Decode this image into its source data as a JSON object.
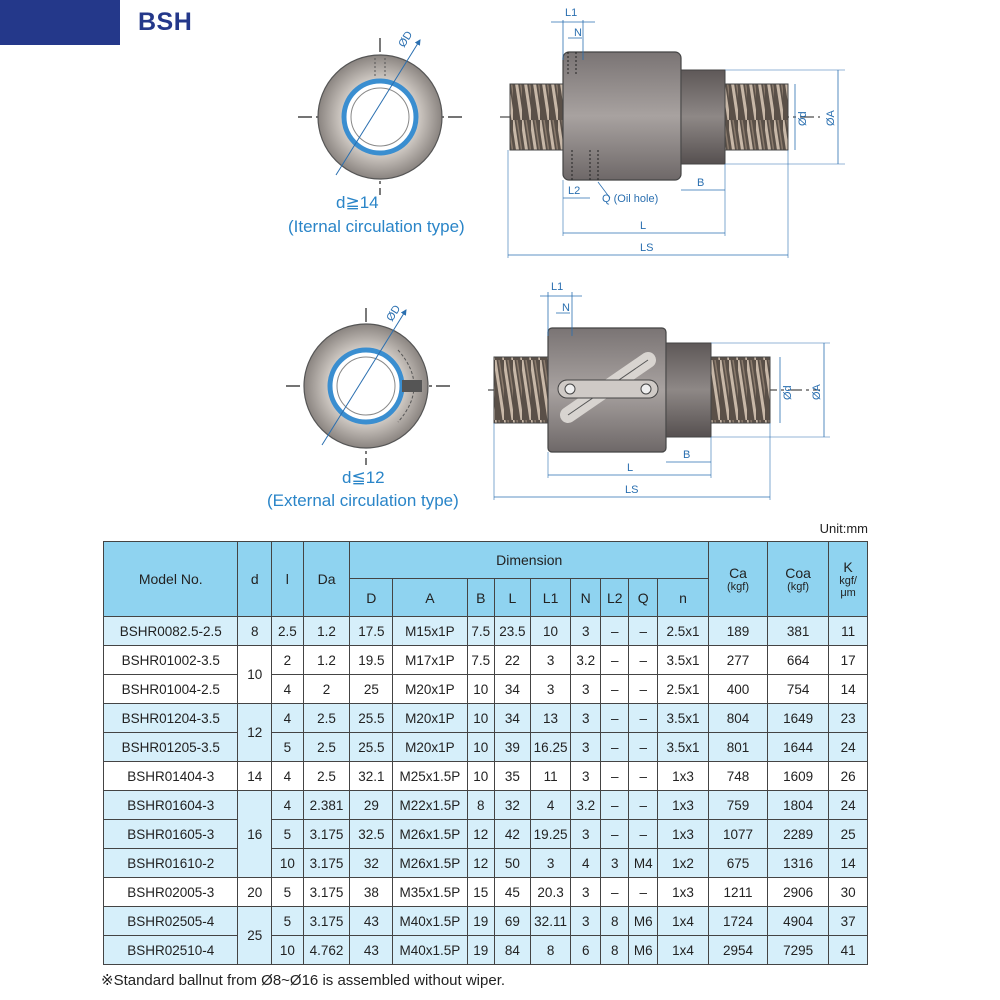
{
  "header": {
    "title": "BSH"
  },
  "drawing": {
    "top": {
      "condition": "d≧14",
      "caption": "(Iternal circulation type)",
      "labels": {
        "D": "ØD",
        "L1": "L1",
        "N": "N",
        "d": "Ød",
        "A": "ØA",
        "L2": "L2",
        "Q": "Q (Oil hole)",
        "B": "B",
        "L": "L",
        "LS": "LS"
      }
    },
    "bottom": {
      "condition": "d≦12",
      "caption": "(External circulation type)",
      "labels": {
        "D": "ØD",
        "L1": "L1",
        "N": "N",
        "d": "Ød",
        "A": "ØA",
        "B": "B",
        "L": "L",
        "LS": "LS"
      }
    }
  },
  "unit": "Unit:mm",
  "table": {
    "headers": {
      "model": "Model No.",
      "d": "d",
      "l": "l",
      "Da": "Da",
      "dimension": "Dimension",
      "D": "D",
      "A": "A",
      "B": "B",
      "L": "L",
      "L1": "L1",
      "N": "N",
      "L2": "L2",
      "Q": "Q",
      "n": "n",
      "Ca": "Ca",
      "Ca_unit": "(kgf)",
      "Coa": "Coa",
      "Coa_unit": "(kgf)",
      "K": "K",
      "K_unit1": "kgf/",
      "K_unit2": "μm"
    },
    "rows": [
      {
        "model": "BSHR0082.5-2.5",
        "d": "8",
        "l": "2.5",
        "Da": "1.2",
        "D": "17.5",
        "A": "M15x1P",
        "B": "7.5",
        "L": "23.5",
        "L1": "10",
        "N": "3",
        "L2": "–",
        "Q": "–",
        "n": "2.5x1",
        "Ca": "189",
        "Coa": "381",
        "K": "11"
      },
      {
        "model": "BSHR01002-3.5",
        "d": "10",
        "l": "2",
        "Da": "1.2",
        "D": "19.5",
        "A": "M17x1P",
        "B": "7.5",
        "L": "22",
        "L1": "3",
        "N": "3.2",
        "L2": "–",
        "Q": "–",
        "n": "3.5x1",
        "Ca": "277",
        "Coa": "664",
        "K": "17"
      },
      {
        "model": "BSHR01004-2.5",
        "d": "",
        "l": "4",
        "Da": "2",
        "D": "25",
        "A": "M20x1P",
        "B": "10",
        "L": "34",
        "L1": "3",
        "N": "3",
        "L2": "–",
        "Q": "–",
        "n": "2.5x1",
        "Ca": "400",
        "Coa": "754",
        "K": "14"
      },
      {
        "model": "BSHR01204-3.5",
        "d": "12",
        "l": "4",
        "Da": "2.5",
        "D": "25.5",
        "A": "M20x1P",
        "B": "10",
        "L": "34",
        "L1": "13",
        "N": "3",
        "L2": "–",
        "Q": "–",
        "n": "3.5x1",
        "Ca": "804",
        "Coa": "1649",
        "K": "23"
      },
      {
        "model": "BSHR01205-3.5",
        "d": "",
        "l": "5",
        "Da": "2.5",
        "D": "25.5",
        "A": "M20x1P",
        "B": "10",
        "L": "39",
        "L1": "16.25",
        "N": "3",
        "L2": "–",
        "Q": "–",
        "n": "3.5x1",
        "Ca": "801",
        "Coa": "1644",
        "K": "24"
      },
      {
        "model": "BSHR01404-3",
        "d": "14",
        "l": "4",
        "Da": "2.5",
        "D": "32.1",
        "A": "M25x1.5P",
        "B": "10",
        "L": "35",
        "L1": "11",
        "N": "3",
        "L2": "–",
        "Q": "–",
        "n": "1x3",
        "Ca": "748",
        "Coa": "1609",
        "K": "26"
      },
      {
        "model": "BSHR01604-3",
        "d": "16",
        "l": "4",
        "Da": "2.381",
        "D": "29",
        "A": "M22x1.5P",
        "B": "8",
        "L": "32",
        "L1": "4",
        "N": "3.2",
        "L2": "–",
        "Q": "–",
        "n": "1x3",
        "Ca": "759",
        "Coa": "1804",
        "K": "24"
      },
      {
        "model": "BSHR01605-3",
        "d": "",
        "l": "5",
        "Da": "3.175",
        "D": "32.5",
        "A": "M26x1.5P",
        "B": "12",
        "L": "42",
        "L1": "19.25",
        "N": "3",
        "L2": "–",
        "Q": "–",
        "n": "1x3",
        "Ca": "1077",
        "Coa": "2289",
        "K": "25"
      },
      {
        "model": "BSHR01610-2",
        "d": "",
        "l": "10",
        "Da": "3.175",
        "D": "32",
        "A": "M26x1.5P",
        "B": "12",
        "L": "50",
        "L1": "3",
        "N": "4",
        "L2": "3",
        "Q": "M4",
        "n": "1x2",
        "Ca": "675",
        "Coa": "1316",
        "K": "14"
      },
      {
        "model": "BSHR02005-3",
        "d": "20",
        "l": "5",
        "Da": "3.175",
        "D": "38",
        "A": "M35x1.5P",
        "B": "15",
        "L": "45",
        "L1": "20.3",
        "N": "3",
        "L2": "–",
        "Q": "–",
        "n": "1x3",
        "Ca": "1211",
        "Coa": "2906",
        "K": "30"
      },
      {
        "model": "BSHR02505-4",
        "d": "25",
        "l": "5",
        "Da": "3.175",
        "D": "43",
        "A": "M40x1.5P",
        "B": "19",
        "L": "69",
        "L1": "32.11",
        "N": "3",
        "L2": "8",
        "Q": "M6",
        "n": "1x4",
        "Ca": "1724",
        "Coa": "4904",
        "K": "37"
      },
      {
        "model": "BSHR02510-4",
        "d": "",
        "l": "10",
        "Da": "4.762",
        "D": "43",
        "A": "M40x1.5P",
        "B": "19",
        "L": "84",
        "L1": "8",
        "N": "6",
        "L2": "8",
        "Q": "M6",
        "n": "1x4",
        "Ca": "2954",
        "Coa": "7295",
        "K": "41"
      }
    ]
  },
  "note": "※Standard ballnut from Ø8~Ø16 is assembled without wiper."
}
